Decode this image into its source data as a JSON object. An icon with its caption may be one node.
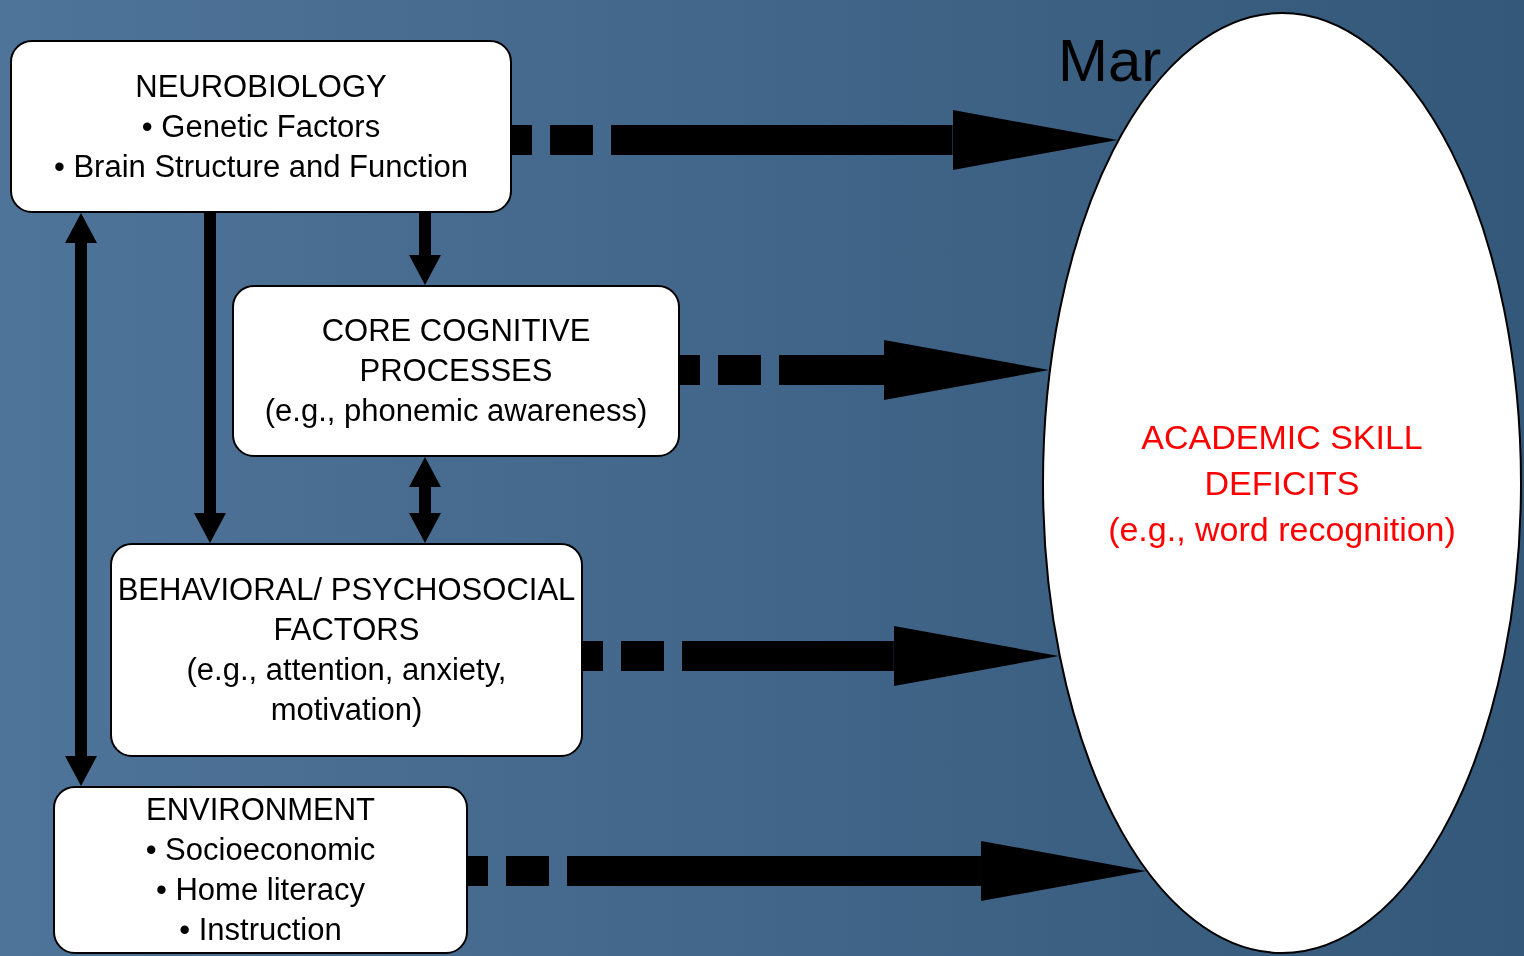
{
  "diagram": {
    "nodes": [
      {
        "text": [
          "NEUROBIOLOGY",
          "• Genetic Factors",
          "• Brain Structure and Function"
        ]
      },
      {
        "text": [
          "CORE COGNITIVE PROCESSES",
          "(e.g., phonemic awareness)"
        ]
      },
      {
        "text": [
          "BEHAVIORAL/ PSYCHOSOCIAL FACTORS",
          "(e.g., attention, anxiety, motivation)"
        ]
      },
      {
        "text": [
          "ENVIRONMENT",
          "• Socioeconomic",
          "• Home literacy",
          "• Instruction"
        ]
      },
      {
        "text": [
          "ACADEMIC SKILL DEFICITS",
          "(e.g., word recognition)"
        ]
      }
    ],
    "edges": [
      {
        "from": 0,
        "to": 4,
        "arrow": "to",
        "style": "dashed"
      },
      {
        "from": 1,
        "to": 4,
        "arrow": "to",
        "style": "dashed"
      },
      {
        "from": 2,
        "to": 4,
        "arrow": "to",
        "style": "dashed"
      },
      {
        "from": 3,
        "to": 4,
        "arrow": "to",
        "style": "dashed"
      },
      {
        "from": 0,
        "to": 1,
        "arrow": "to"
      },
      {
        "from": 0,
        "to": 2,
        "arrow": "to"
      },
      {
        "from": 1,
        "to": 2,
        "arrow": "both"
      },
      {
        "from": 0,
        "to": 3,
        "arrow": "both"
      }
    ],
    "labels": [
      "Mar"
    ]
  }
}
